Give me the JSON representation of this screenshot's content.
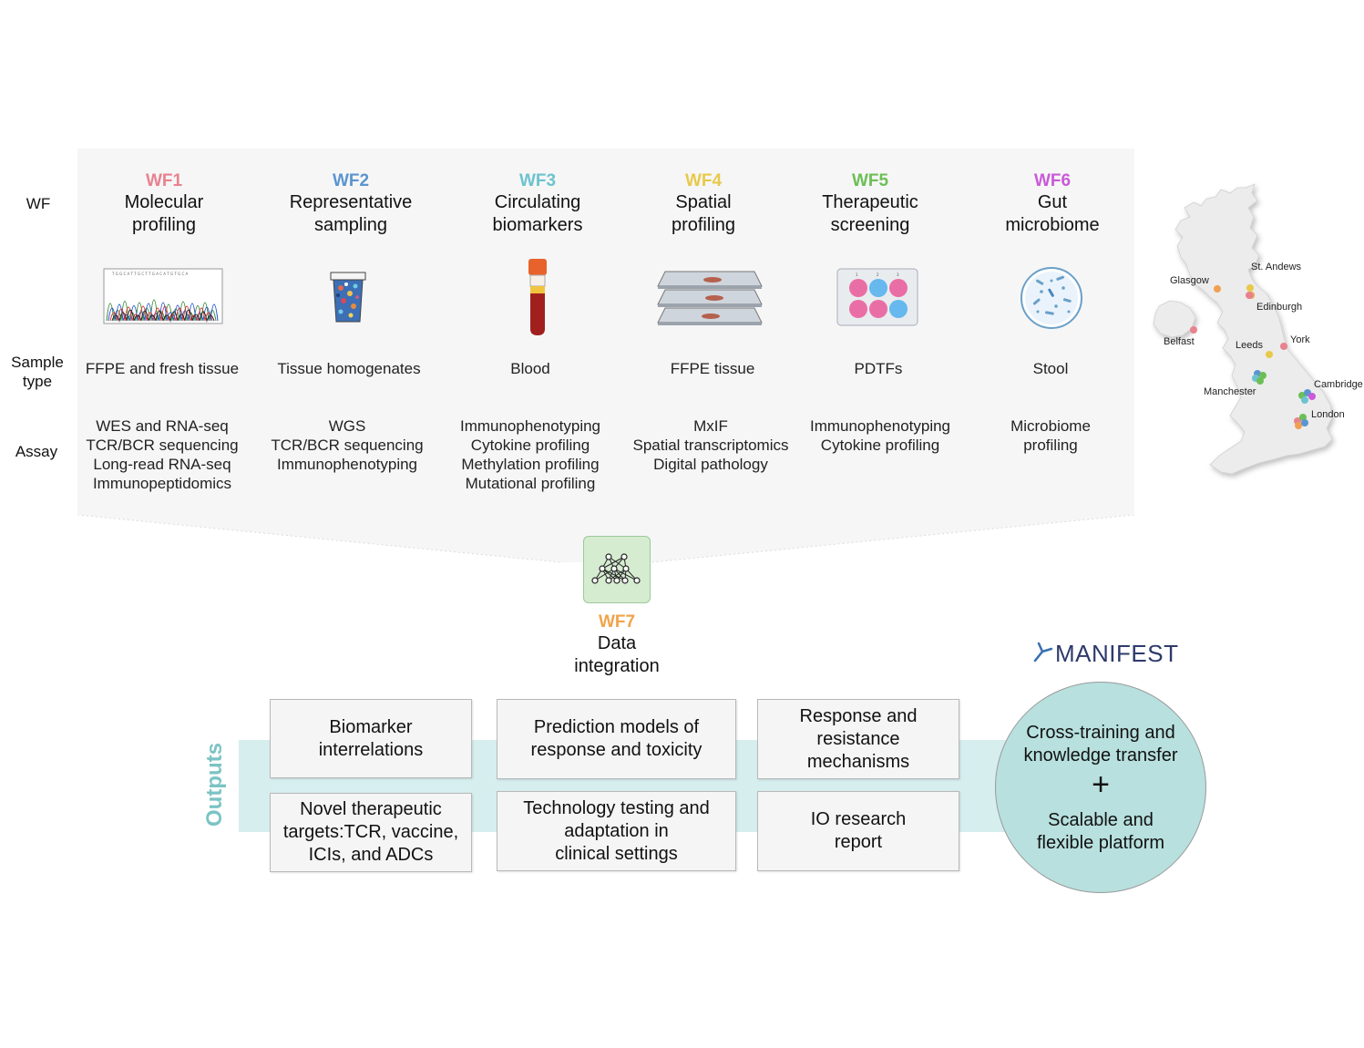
{
  "row_labels": {
    "wf": "WF",
    "sample_type": "Sample\ntype",
    "assay": "Assay"
  },
  "workflows": [
    {
      "code": "WF1",
      "name_line1": "Molecular",
      "name_line2": "profiling",
      "color": "#e8828f",
      "sample": "FFPE and fresh tissue",
      "assays": [
        "WES and RNA-seq",
        "TCR/BCR sequencing",
        "Long-read RNA-seq",
        "Immunopeptidomics"
      ],
      "icon": "chromatogram-icon"
    },
    {
      "code": "WF2",
      "name_line1": "Representative",
      "name_line2": "sampling",
      "color": "#5b95cf",
      "sample": "Tissue homogenates",
      "assays": [
        "WGS",
        "TCR/BCR sequencing",
        "Immunophenotyping"
      ],
      "icon": "homogenate-tube-icon"
    },
    {
      "code": "WF3",
      "name_line1": "Circulating",
      "name_line2": "biomarkers",
      "color": "#6cc3cf",
      "sample": "Blood",
      "assays": [
        "Immunophenotyping",
        "Cytokine profiling",
        "Methylation profiling",
        "Mutational profiling"
      ],
      "icon": "blood-tube-icon"
    },
    {
      "code": "WF4",
      "name_line1": "Spatial",
      "name_line2": "profiling",
      "color": "#e8c94a",
      "sample": "FFPE tissue",
      "assays": [
        "MxIF",
        "Spatial transcriptomics",
        "Digital pathology"
      ],
      "icon": "slides-icon"
    },
    {
      "code": "WF5",
      "name_line1": "Therapeutic",
      "name_line2": "screening",
      "color": "#6cbf55",
      "sample": "PDTFs",
      "assays": [
        "Immunophenotyping",
        "Cytokine profiling"
      ],
      "icon": "well-plate-icon"
    },
    {
      "code": "WF6",
      "name_line1": "Gut",
      "name_line2": "microbiome",
      "color": "#c95ad8",
      "sample": "Stool",
      "assays": [
        "Microbiome",
        "profiling"
      ],
      "icon": "petri-dish-icon"
    }
  ],
  "wf7": {
    "code": "WF7",
    "name_line1": "Data",
    "name_line2": "integration",
    "color": "#f0a44a",
    "icon": "neural-network-icon"
  },
  "outputs": {
    "label": "Outputs",
    "boxes": [
      [
        "Biomarker",
        "interrelations"
      ],
      [
        "Prediction models of",
        "response and toxicity"
      ],
      [
        "Response and",
        "resistance",
        "mechanisms"
      ],
      [
        "Novel therapeutic",
        "targets:TCR, vaccine,",
        "ICIs, and ADCs"
      ],
      [
        "Technology testing and",
        "adaptation in",
        "clinical settings"
      ],
      [
        "IO research",
        "report"
      ]
    ]
  },
  "manifest": {
    "logo_text": "MANIFEST",
    "logo_color": "#2d3a6b",
    "circle_line1": "Cross-training and",
    "circle_line2": "knowledge transfer",
    "plus": "+",
    "circle_line3": "Scalable and",
    "circle_line4": "flexible platform"
  },
  "map": {
    "cities": [
      "St. Andews",
      "Glasgow",
      "Edinburgh",
      "Belfast",
      "Leeds",
      "York",
      "Manchester",
      "Cambridge",
      "London"
    ]
  }
}
